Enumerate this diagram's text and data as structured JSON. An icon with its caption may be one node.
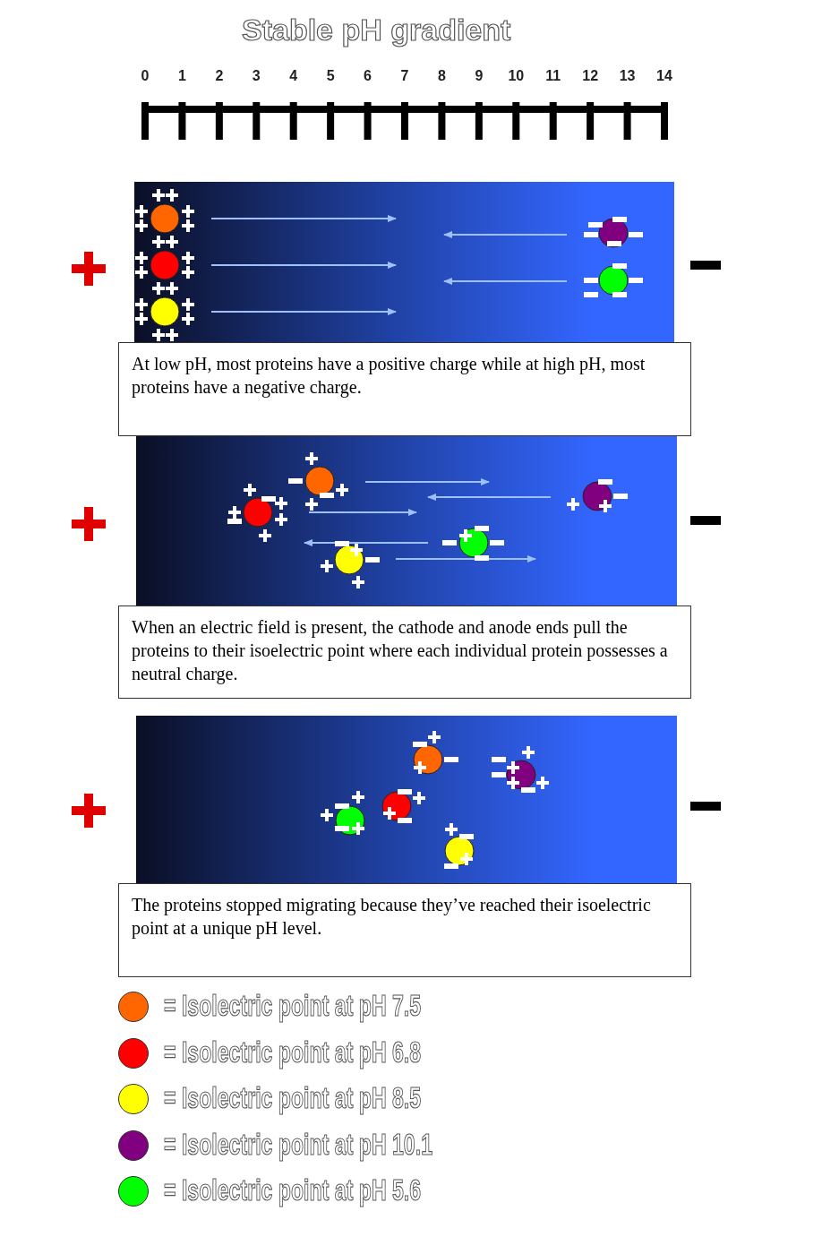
{
  "diagram": {
    "title": "Stable pH gradient",
    "nodes": [
      {
        "text": [
          "At low pH, most proteins have a positive charge while at high pH, most proteins have a negative charge."
        ]
      },
      {
        "text": [
          "When an electric field is present, the cathode and anode ends pull the proteins to their isoelectric point where each individual protein possesses a neutral charge."
        ]
      },
      {
        "text": [
          "The proteins stopped migrating because they’ve reached their isoelectric point at a unique pH level."
        ]
      }
    ],
    "labels": [
      "0",
      "1",
      "2",
      "3",
      "4",
      "5",
      "6",
      "7",
      "8",
      "9",
      "10",
      "11",
      "12",
      "13",
      "14"
    ],
    "legend": [
      {
        "text": "= Isolectric point at pH 7.5",
        "color": "#ff6600"
      },
      {
        "text": "= Isolectric point at pH 6.8",
        "color": "#ff0000"
      },
      {
        "text": "= Isolectric point at pH 8.5",
        "color": "#ffff00"
      },
      {
        "text": "= Isolectric point at pH 10.1",
        "color": "#800080"
      },
      {
        "text": "= Isolectric point at pH 5.6",
        "color": "#00ff00"
      }
    ]
  }
}
